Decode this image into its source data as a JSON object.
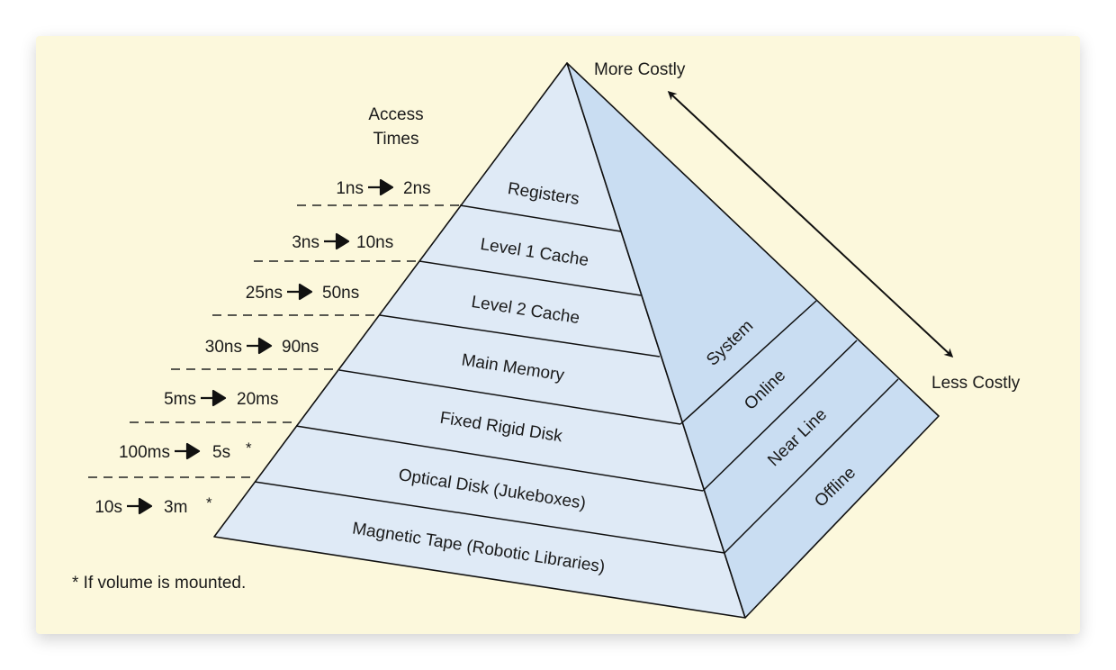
{
  "colors": {
    "panel": "#fcf8dc",
    "front_face": "#dfeaf6",
    "right_face": "#c9ddf2",
    "outline": "#111111"
  },
  "header": {
    "access_times_line1": "Access",
    "access_times_line2": "Times",
    "more_costly": "More Costly",
    "less_costly": "Less Costly"
  },
  "levels": [
    {
      "name": "Registers",
      "time_from": "1ns",
      "time_to": "2ns",
      "note": ""
    },
    {
      "name": "Level 1 Cache",
      "time_from": "3ns",
      "time_to": "10ns",
      "note": ""
    },
    {
      "name": "Level 2 Cache",
      "time_from": "25ns",
      "time_to": "50ns",
      "note": ""
    },
    {
      "name": "Main Memory",
      "time_from": "30ns",
      "time_to": "90ns",
      "note": ""
    },
    {
      "name": "Fixed Rigid Disk",
      "time_from": "5ms",
      "time_to": "20ms",
      "note": ""
    },
    {
      "name": "Optical Disk (Jukeboxes)",
      "time_from": "100ms",
      "time_to": "5s",
      "note": "*"
    },
    {
      "name": "Magnetic Tape (Robotic Libraries)",
      "time_from": "10s",
      "time_to": "3m",
      "note": "*"
    }
  ],
  "side_categories": [
    "System",
    "Online",
    "Near Line",
    "Offline"
  ],
  "footnote": "* If volume is mounted."
}
